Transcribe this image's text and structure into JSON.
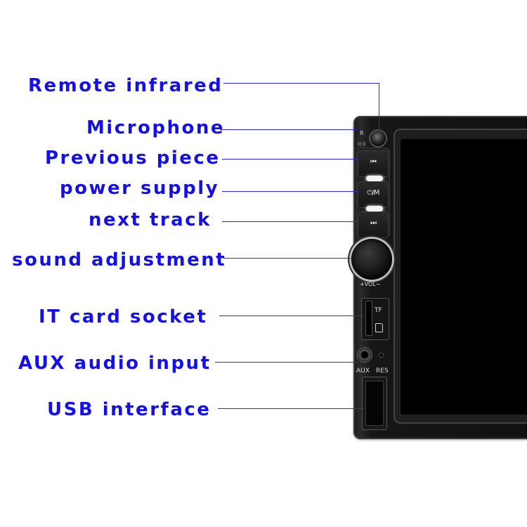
{
  "labels": {
    "remote_infrared": "Remote infrared",
    "microphone": "Microphone",
    "previous_piece": "Previous piece",
    "power_supply": "power supply",
    "next_track": "next track",
    "sound_adjustment": "sound adjustment",
    "card_socket": "IT card socket",
    "aux_input": "AUX audio input",
    "usb_interface": "USB interface"
  },
  "device": {
    "ir_mark": "R",
    "mic_mark": "((·))",
    "prev_glyph": "⏮",
    "power_glyph": "⏻/M",
    "next_glyph": "⏭",
    "vol_text": "+VOL−",
    "tf_text": "TF",
    "aux_text": "AUX",
    "res_text": "RES"
  },
  "colors": {
    "label_text": "#1410e6",
    "leader_line": "#2b2bd0",
    "device_body": "#161616",
    "screen": "#000000"
  }
}
